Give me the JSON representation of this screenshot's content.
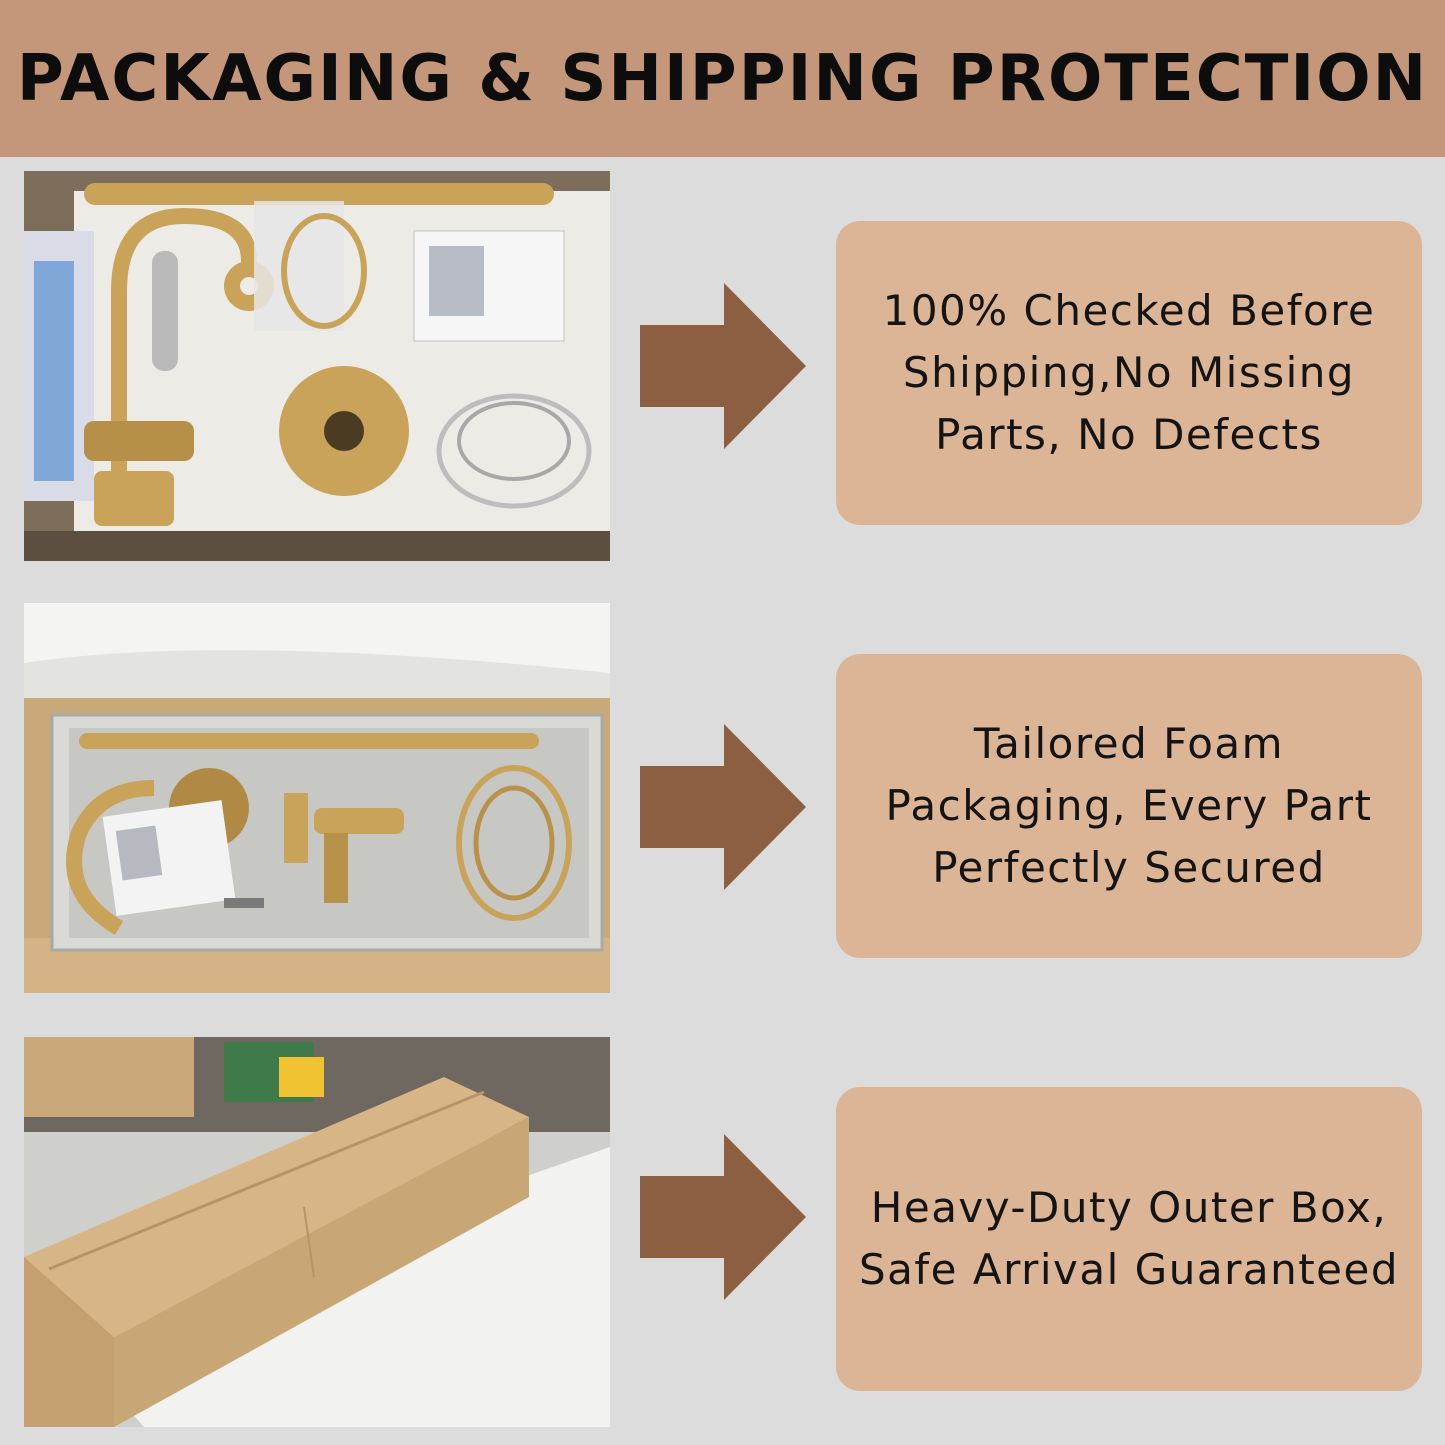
{
  "header": {
    "title": "PACKAGING & SHIPPING PROTECTION"
  },
  "rows": [
    {
      "photo_alt": "",
      "text_lines": [
        "100% Checked Before",
        "Shipping,No Missing",
        "Parts, No Defects"
      ]
    },
    {
      "photo_alt": "",
      "text_lines": [
        "Tailored Foam",
        "Packaging, Every Part",
        "Perfectly Secured"
      ]
    },
    {
      "photo_alt": "",
      "text_lines": [
        "Heavy-Duty Outer Box,",
        "Safe Arrival Guaranteed"
      ]
    }
  ],
  "colors": {
    "header_bg": "#c5977a",
    "page_bg": "#dcdcdc",
    "card_bg": "#dcb597",
    "arrow": "#8c5f42",
    "brass": "#c9a35a"
  },
  "icons": [
    "right-arrow-icon"
  ]
}
